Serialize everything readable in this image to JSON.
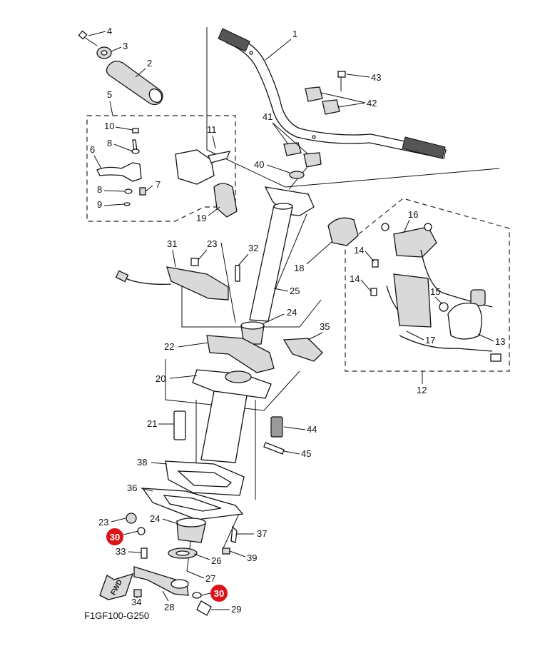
{
  "diagram_code": "F1GF100-G250",
  "fwd_label": "FWD",
  "callouts": {
    "c1": "1",
    "c2": "2",
    "c3": "3",
    "c4": "4",
    "c5": "5",
    "c6": "6",
    "c7": "7",
    "c8a": "8",
    "c8b": "8",
    "c9": "9",
    "c10": "10",
    "c11": "11",
    "c12": "12",
    "c13": "13",
    "c14a": "14",
    "c14b": "14",
    "c15": "15",
    "c16": "16",
    "c17": "17",
    "c18": "18",
    "c19": "19",
    "c20": "20",
    "c21": "21",
    "c22": "22",
    "c23a": "23",
    "c23b": "23",
    "c24a": "24",
    "c24b": "24",
    "c25": "25",
    "c26": "26",
    "c27": "27",
    "c28": "28",
    "c29": "29",
    "c31": "31",
    "c32": "32",
    "c33": "33",
    "c34": "34",
    "c35": "35",
    "c36": "36",
    "c37": "37",
    "c38": "38",
    "c39": "39",
    "c40": "40",
    "c41": "41",
    "c42": "42",
    "c43": "43",
    "c44": "44",
    "c45": "45"
  },
  "highlighted_callouts": {
    "h30a": "30",
    "h30b": "30"
  },
  "colors": {
    "highlight": "#d9141b",
    "line": "#111111",
    "background": "#ffffff"
  }
}
